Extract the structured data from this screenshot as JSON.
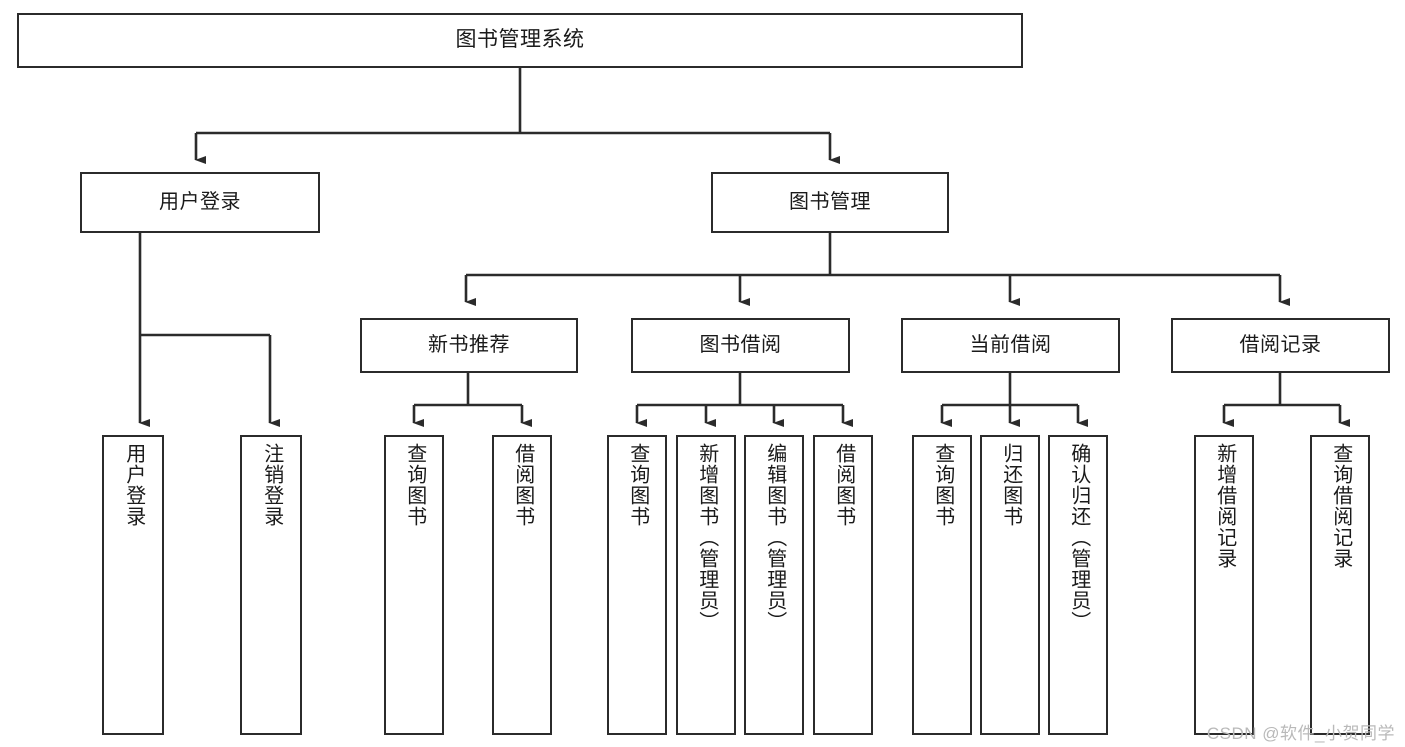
{
  "diagram": {
    "title": "图书管理系统",
    "type": "tree-hierarchy",
    "background_color": "#ffffff",
    "line_color": "#2b2b2b",
    "box_fill": "#ffffff"
  },
  "nodes": {
    "root": {
      "label": "图书管理系统"
    },
    "level2": [
      {
        "id": "user-login",
        "label": "用户登录"
      },
      {
        "id": "book-management",
        "label": "图书管理"
      }
    ],
    "level3": [
      {
        "id": "new-book-recommend",
        "label": "新书推荐"
      },
      {
        "id": "book-borrow",
        "label": "图书借阅"
      },
      {
        "id": "current-borrow",
        "label": "当前借阅"
      },
      {
        "id": "borrow-record",
        "label": "借阅记录"
      }
    ],
    "leaves": [
      {
        "id": "leaf-user-login",
        "label": "用户登录",
        "parent": "user-login"
      },
      {
        "id": "leaf-logout-login",
        "label": "注销登录",
        "parent": "user-login"
      },
      {
        "id": "leaf-query-book-1",
        "label": "查询图书",
        "parent": "new-book-recommend"
      },
      {
        "id": "leaf-borrow-book-1",
        "label": "借阅图书",
        "parent": "new-book-recommend"
      },
      {
        "id": "leaf-query-book-2",
        "label": "查询图书",
        "parent": "book-borrow"
      },
      {
        "id": "leaf-add-book",
        "label": "新增图书（管理员）",
        "parent": "book-borrow"
      },
      {
        "id": "leaf-edit-book",
        "label": "编辑图书（管理员）",
        "parent": "book-borrow"
      },
      {
        "id": "leaf-borrow-book-2",
        "label": "借阅图书",
        "parent": "book-borrow"
      },
      {
        "id": "leaf-query-book-3",
        "label": "查询图书",
        "parent": "current-borrow"
      },
      {
        "id": "leaf-return-book",
        "label": "归还图书",
        "parent": "current-borrow"
      },
      {
        "id": "leaf-confirm-return",
        "label": "确认归还（管理员）",
        "parent": "current-borrow"
      },
      {
        "id": "leaf-add-borrow-record",
        "label": "新增借阅记录",
        "parent": "borrow-record"
      },
      {
        "id": "leaf-query-borrow-record",
        "label": "查询借阅记录",
        "parent": "borrow-record"
      }
    ]
  },
  "watermark": {
    "text": "CSDN @软件_小贺同学"
  }
}
